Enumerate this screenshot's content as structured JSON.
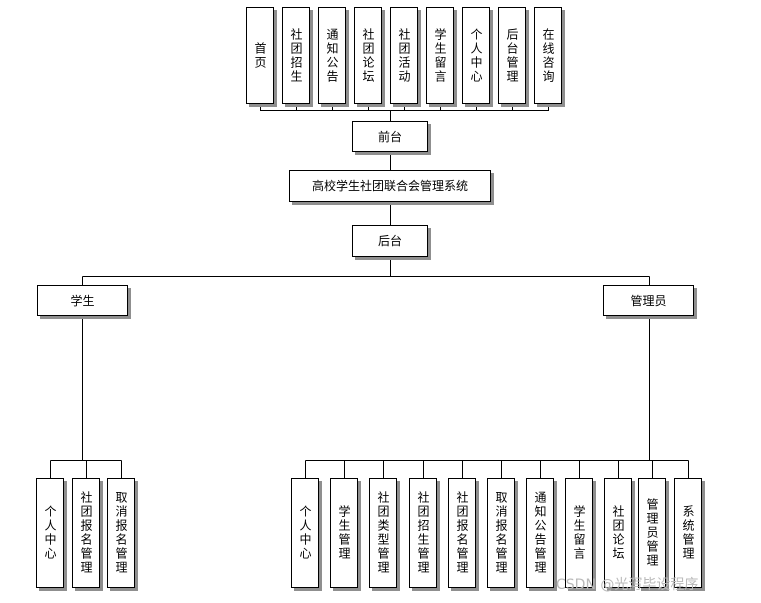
{
  "diagram": {
    "top_items": [
      "首页",
      "社团招生",
      "通知公告",
      "社团论坛",
      "社团活动",
      "学生留言",
      "个人中心",
      "后台管理",
      "在线咨询"
    ],
    "frontend": "前台",
    "system": "高校学生社团联合会管理系统",
    "backend": "后台",
    "student": "学生",
    "admin": "管理员",
    "student_items": [
      "个人中心",
      "社团报名管理",
      "取消报名管理"
    ],
    "admin_items": [
      "个人中心",
      "学生管理",
      "社团类型管理",
      "社团招生管理",
      "社团报名管理",
      "取消报名管理",
      "通知公告管理",
      "学生留言",
      "社团论坛",
      "管理员管理",
      "系统管理"
    ]
  },
  "watermark": "CSDN @光泻毕设程序"
}
